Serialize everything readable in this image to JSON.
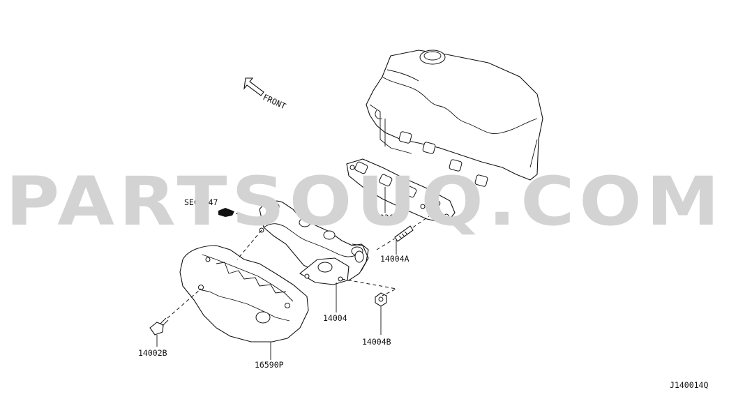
{
  "watermark": "PARTSOUQ.COM",
  "figure_id": "J140014Q",
  "front_label": "FRONT",
  "section_ref": "SEC.147",
  "callouts": {
    "gasket": "14036M",
    "stud": "14004A",
    "manifold": "14004",
    "nut": "14004B",
    "bolt": "14002B",
    "heat_insulator": "16590P"
  }
}
